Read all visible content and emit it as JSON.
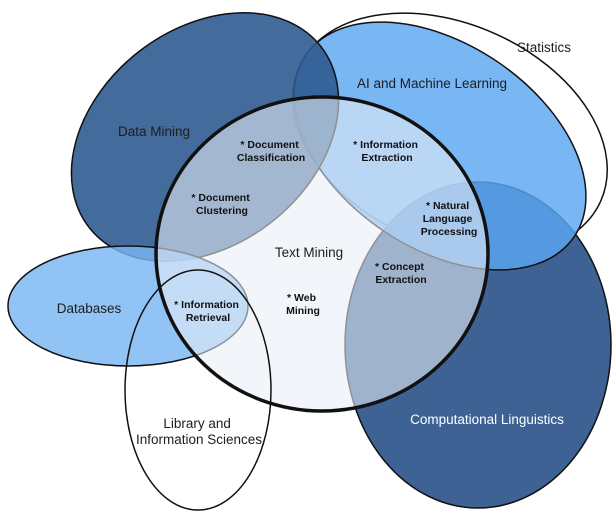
{
  "colors": {
    "data_mining": "#3f6798",
    "ai_ml": "#6fb2f5",
    "statistics": "#ffffff",
    "comp_ling": "#3d6293",
    "databases": "#8ec3f4",
    "library": "#ffffff",
    "text_mining": "#dbe3ef",
    "outline": "#111111"
  },
  "fields": {
    "data_mining": "Data Mining",
    "ai_ml": "AI and Machine Learning",
    "statistics": "Statistics",
    "databases": "Databases",
    "library": [
      "Library and",
      "Information Sciences"
    ],
    "comp_ling": "Computational Linguistics",
    "text_mining": "Text Mining"
  },
  "topics": {
    "document_classification": [
      "* Document",
      "Classification"
    ],
    "information_extraction": [
      "* Information",
      "Extraction"
    ],
    "document_clustering": [
      "* Document",
      "Clustering"
    ],
    "natural_language_processing": [
      "* Natural",
      "Language",
      "Processing"
    ],
    "concept_extraction": [
      "* Concept",
      "Extraction"
    ],
    "information_retrieval": [
      "* Information",
      "Retrieval"
    ],
    "web_mining": [
      "* Web",
      "Mining"
    ]
  }
}
